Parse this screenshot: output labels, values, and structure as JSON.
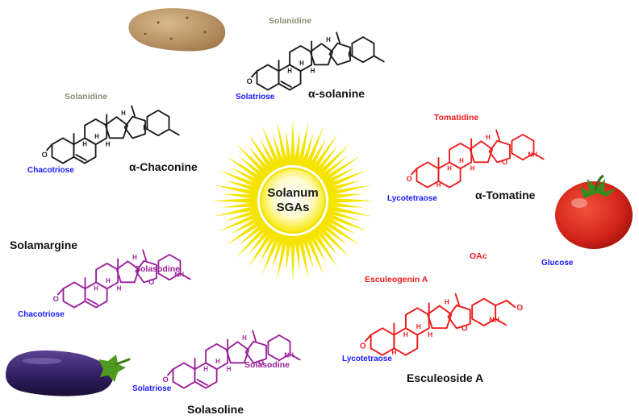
{
  "colors": {
    "gray": "#8c8c7a",
    "black": "#1a1a1a",
    "red": "#ee1c1c",
    "purple": "#9a1f9a",
    "blue": "#1a1aff",
    "sun": "#f3e600"
  },
  "center": {
    "line1": "Solanum",
    "line2": "SGAs"
  },
  "alpha_solanine": {
    "aglycone": "Solanidine",
    "sugar": "Solatriose",
    "name": "α-solanine"
  },
  "alpha_chaconine": {
    "aglycone": "Solanidine",
    "sugar": "Chacotriose",
    "name": "α-Chaconine"
  },
  "alpha_tomatine": {
    "aglycone": "Tomatidine",
    "sugar": "Lycotetraose",
    "name": "α-Tomatine"
  },
  "solamargine": {
    "name": "Solamargine",
    "aglycone": "Solasodine",
    "sugar": "Chacotriose"
  },
  "solasoline": {
    "aglycone": "Solasodine",
    "sugar": "Solatriose",
    "name": "Solasoline"
  },
  "esculeoside": {
    "aglycone": "Esculeogenin A",
    "sugar": "Lycotetraose",
    "ester": "OAc",
    "side_sugar": "Glucose",
    "name": "Esculeoside A"
  },
  "pictures": [
    "potato-icon",
    "tomato-icon",
    "eggplant-icon"
  ]
}
